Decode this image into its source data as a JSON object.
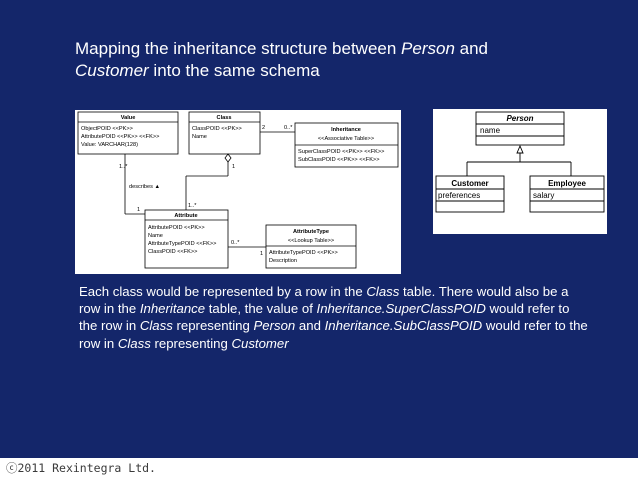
{
  "title": {
    "t1": "Mapping the inheritance structure between ",
    "t2": "Person",
    "t3": " and ",
    "t4": "Customer",
    "t5": " into the same schema"
  },
  "schema_diagram": {
    "value": {
      "name": "Value",
      "attrs": [
        "ObjectPOID <<PK>>",
        "AttributePOID <<PK>> <<FK>>",
        "Value: VARCHAR(128)"
      ]
    },
    "class": {
      "name": "Class",
      "attrs": [
        "ClassPOID <<PK>>",
        "Name"
      ]
    },
    "inheritance": {
      "name": "Inheritance",
      "stereotype": "<<Associative Table>>",
      "attrs": [
        "SuperClassPOID <<PK>> <<FK>>",
        "SubClassPOID <<PK>> <<FK>>"
      ]
    },
    "attribute": {
      "name": "Attribute",
      "attrs": [
        "AttributePOID <<PK>>",
        "Name",
        "AttributeTypePOID <<FK>>",
        "ClassPOID <<FK>>"
      ]
    },
    "attribute_type": {
      "name": "AttributeType",
      "stereotype": "<<Lookup Table>>",
      "attrs": [
        "AttributeTypePOID <<PK>>",
        "Description"
      ]
    },
    "labels": {
      "m_class_inh_left": "2",
      "m_class_inh_right": "0..*",
      "m_class_attr": "1",
      "m_attr_class": "1..*",
      "m_value": "1..*",
      "describes": "describes ▲",
      "m_attr_value": "1",
      "m_attr_type_left": "0..*",
      "m_attr_type_right": "1"
    }
  },
  "class_diagram": {
    "person": {
      "name": "Person",
      "attrs": [
        "name"
      ]
    },
    "customer": {
      "name": "Customer",
      "attrs": [
        "preferences"
      ]
    },
    "employee": {
      "name": "Employee",
      "attrs": [
        "salary"
      ]
    }
  },
  "body": {
    "s1": "Each class would be represented by a row in the ",
    "s2": "Class",
    "s3": " table. There would also be a row in the ",
    "s4": "Inheritance",
    "s5": " table, the value of ",
    "s6": "Inheritance.SuperClassPOID",
    "s7": " would refer to the row in ",
    "s8": "Class",
    "s9": " representing ",
    "s10": "Person",
    "s11": " and ",
    "s12": "Inheritance.SubClassPOID",
    "s13": " would refer to the row in ",
    "s14": "Class",
    "s15": " representing ",
    "s16": "Customer"
  },
  "footer": {
    "text": "ⓒ2011 Rexintegra Ltd."
  }
}
